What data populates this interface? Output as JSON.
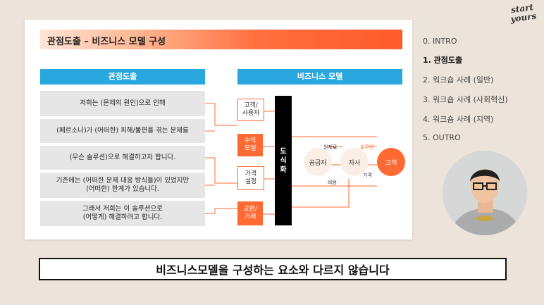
{
  "logo": {
    "line1": "start",
    "line2": "yours"
  },
  "slide": {
    "title": "관점도출 – 비즈니스 모델 구성",
    "left_header": "관점도출",
    "right_header": "비즈니스 모델",
    "rows": [
      {
        "line1": "저희는 (문제의 원인)으로 인해",
        "line2": ""
      },
      {
        "line1": "(페르소나)가 (어떠한) 피해/불편을 겪는 문제를",
        "line2": ""
      },
      {
        "line1": "(무슨 솔루션)으로 해결하고자 합니다.",
        "line2": ""
      },
      {
        "line1": "기존에는 (어떠한 문제 대응 방식들)이 있었지만",
        "line2": "(어떠한) 한계가 있습니다."
      },
      {
        "line1": "그래서 저희는 이 솔루션으로",
        "line2": "(어떻게) 해결하려고 합니다."
      }
    ],
    "elements": [
      {
        "line1": "고객/",
        "line2": "사용자"
      },
      {
        "line1": "수익",
        "line2": "모델"
      },
      {
        "line1": "가격",
        "line2": "설정"
      },
      {
        "line1": "교환/",
        "line2": "거래"
      }
    ],
    "central_bar": {
      "c1": "도",
      "c2": "식",
      "c3": "화"
    },
    "flow": {
      "supplier": "공급자",
      "company": "자사",
      "customer": "고객",
      "raw_material": "원재료",
      "solution": "솔루션",
      "cost": "비용",
      "price": "가격"
    }
  },
  "menu": {
    "items": [
      {
        "label": "0. INTRO"
      },
      {
        "label": "1. 관점도출"
      },
      {
        "label": "2. 워크숍 사례 (일반)"
      },
      {
        "label": "3. 워크숍 사례 (사회혁신)"
      },
      {
        "label": "4. 워크숍 사례 (지역)"
      },
      {
        "label": "5. OUTRO"
      }
    ],
    "active_index": 1
  },
  "subtitle": "비즈니스모델을 구성하는 요소와 다르지 않습니다",
  "colors": {
    "accent": "#ff6a33",
    "header_blue": "#29a8df"
  }
}
